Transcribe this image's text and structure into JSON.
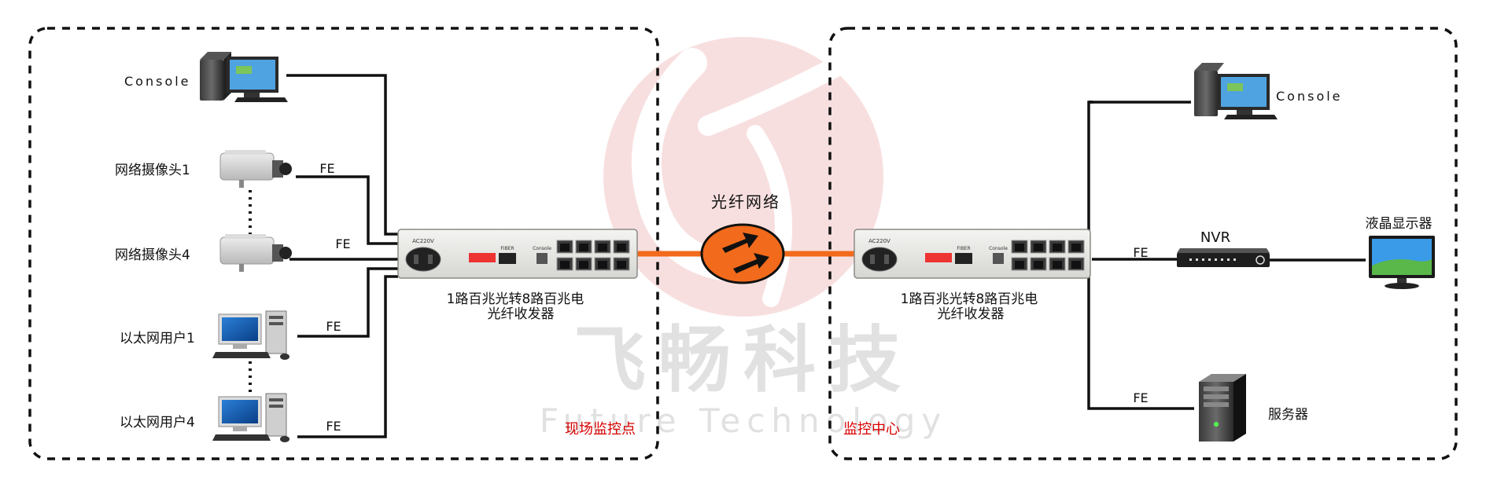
{
  "center": {
    "network_label": "光纤网络"
  },
  "watermark": {
    "brand_cn": "飞畅科技",
    "brand_en": "Future Technology"
  },
  "left_site": {
    "zone_label": "现场监控点",
    "device_label_1": "1路百兆光转8路百兆电",
    "device_label_2": "光纤收发器",
    "device_panel": {
      "power": "AC220V",
      "fiber": "FIBER",
      "console": "Console"
    },
    "console": "Console",
    "camera1": "网络摄像头1",
    "camera4": "网络摄像头4",
    "user1": "以太网用户1",
    "user4": "以太网用户4",
    "link_fe": "FE"
  },
  "right_site": {
    "zone_label": "监控中心",
    "device_label_1": "1路百兆光转8路百兆电",
    "device_label_2": "光纤收发器",
    "device_panel": {
      "power": "AC220V",
      "fiber": "FIBER",
      "console": "Console"
    },
    "console": "Console",
    "nvr": "NVR",
    "monitor": "液晶显示器",
    "server": "服务器",
    "link_fe": "FE"
  },
  "colors": {
    "fiber": "#f26a1b",
    "zone_label": "#d90000",
    "watermark": "#e8a3a3"
  }
}
